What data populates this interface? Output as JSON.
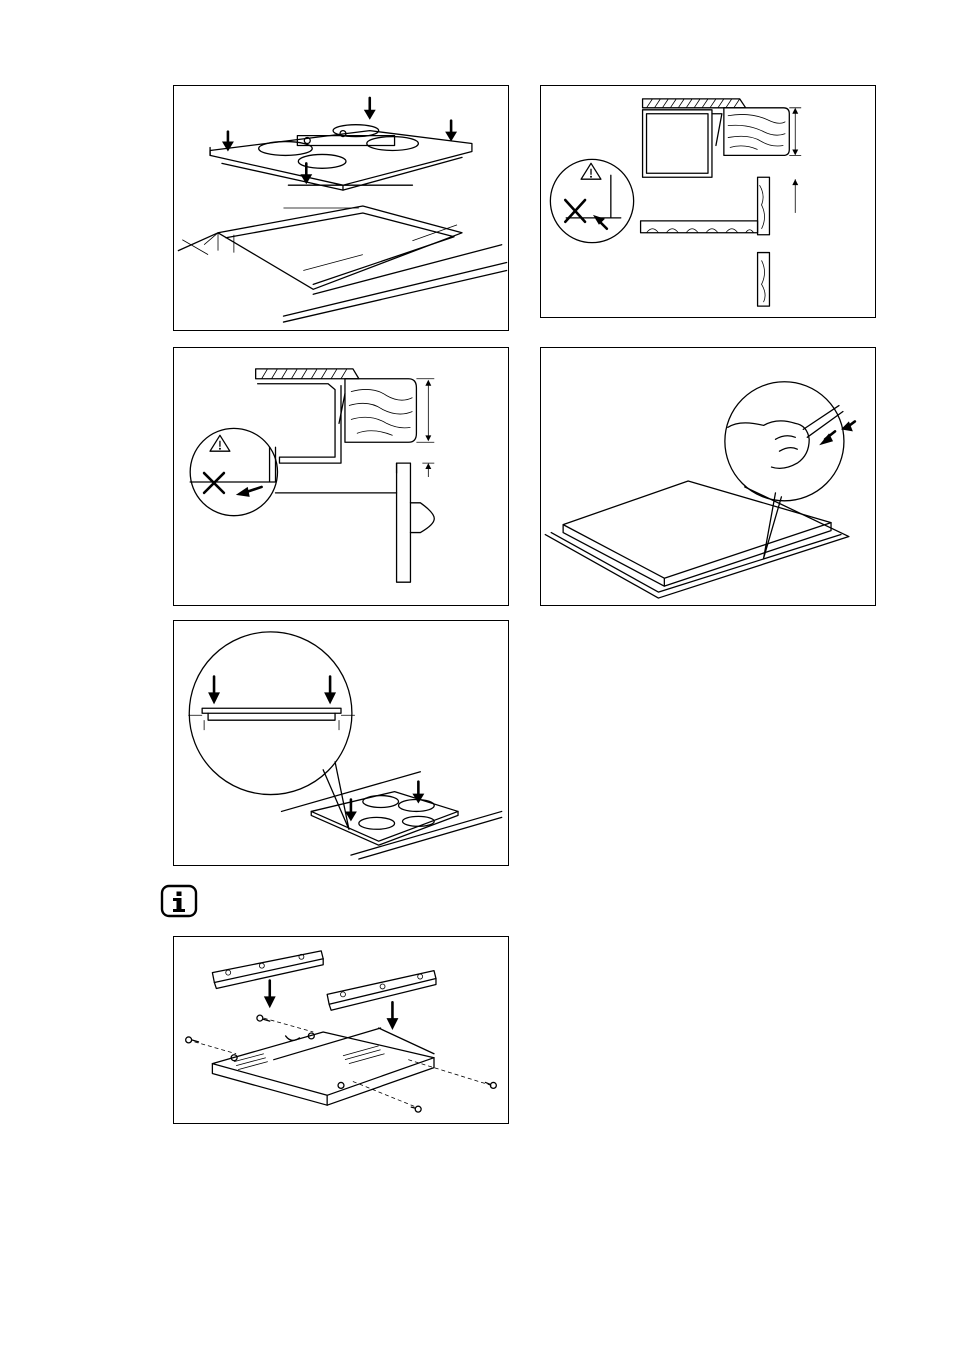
{
  "page": {
    "background": "#ffffff",
    "line_color": "#000000"
  },
  "figures": [
    {
      "id": "fig-hob-placement",
      "icons": [
        "down-arrow-icon"
      ]
    },
    {
      "id": "fig-worktop-cabinet-clearance",
      "icons": [
        "warning-triangle-icon",
        "cross-icon"
      ]
    },
    {
      "id": "fig-drawer-clearance",
      "icons": [
        "warning-triangle-icon",
        "cross-icon"
      ]
    },
    {
      "id": "fig-seal-pressing",
      "icons": [
        "hand-icon"
      ]
    },
    {
      "id": "fig-hob-pressing-zoom",
      "icons": [
        "down-arrow-icon"
      ]
    },
    {
      "id": "fig-protection-box-assembly",
      "icons": [
        "screw-icon"
      ]
    }
  ],
  "info_icon": "info-icon"
}
